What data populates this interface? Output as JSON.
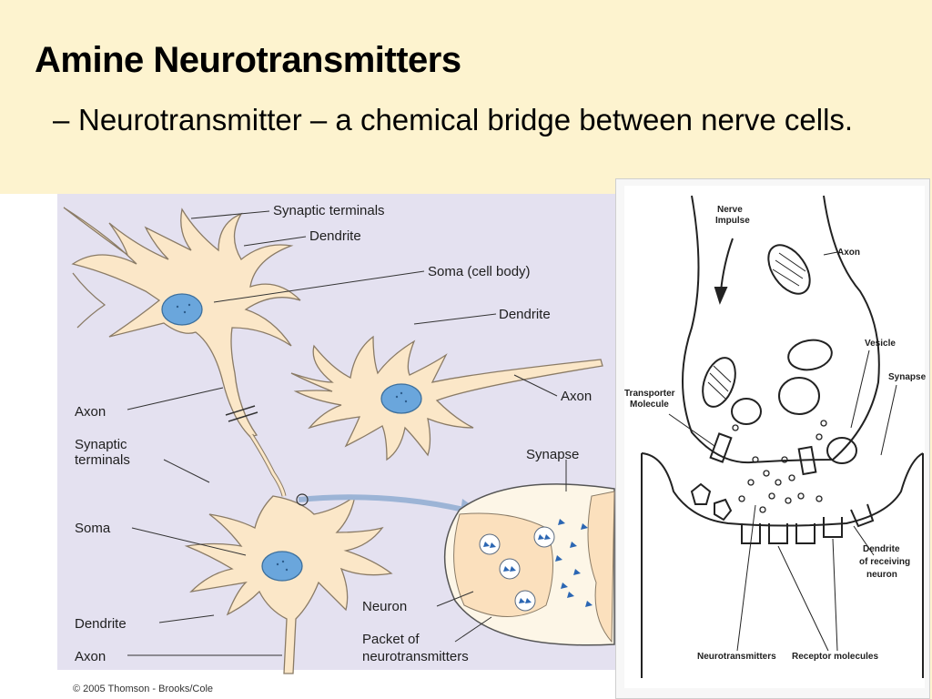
{
  "slide": {
    "title": "Amine Neurotransmitters",
    "bullet_dash": "–",
    "bullet_text": "Neurotransmitter – a chemical bridge between nerve cells."
  },
  "left_figure": {
    "labels": {
      "synaptic_terminals_top": "Synaptic terminals",
      "dendrite_top": "Dendrite",
      "soma_cell_body": "Soma (cell body)",
      "dendrite_mid": "Dendrite",
      "axon_left": "Axon",
      "axon_right": "Axon",
      "synaptic_line1": "Synaptic",
      "synaptic_line2": "terminals",
      "synapse": "Synapse",
      "soma": "Soma",
      "neuron": "Neuron",
      "packet_line1": "Packet of",
      "packet_line2": "neurotransmitters",
      "dendrite_bottom": "Dendrite",
      "axon_bottom": "Axon"
    },
    "copyright": "© 2005 Thomson - Brooks/Cole"
  },
  "right_figure": {
    "labels": {
      "nerve_impulse_line1": "Nerve",
      "nerve_impulse_line2": "Impulse",
      "axon": "Axon",
      "vesicle": "Vesicle",
      "synapse": "Synapse",
      "transporter_line1": "Transporter",
      "transporter_line2": "Molecule",
      "dendrite_line1": "Dendrite",
      "dendrite_line2": "of receiving",
      "dendrite_line3": "neuron",
      "neurotransmitters": "Neurotransmitters",
      "receptor_molecules": "Receptor molecules"
    }
  },
  "colors": {
    "slide_background": "#fdf3cf",
    "left_figure_background": "#e4e1f0",
    "neuron_fill": "#fbe7c8",
    "nucleus_fill": "#6aa6dc"
  }
}
